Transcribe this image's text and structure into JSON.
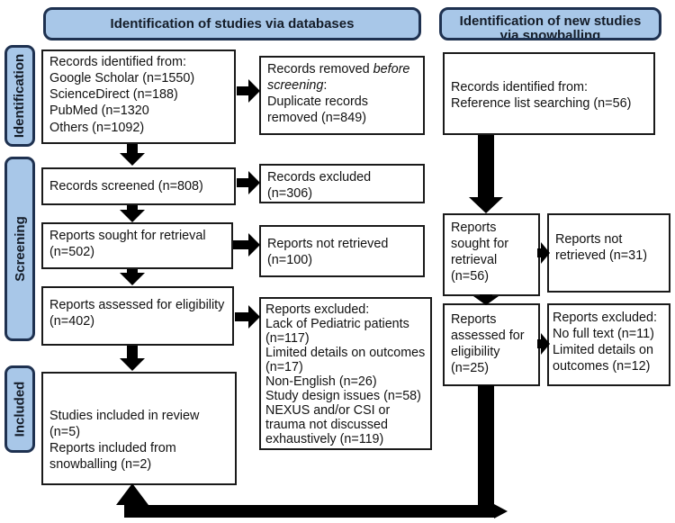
{
  "headers": {
    "databases": "Identification of studies via databases",
    "snowballing_line1": "Identification of new studies",
    "snowballing_line2": "via snowballing"
  },
  "sidebar": {
    "identification": "Identification",
    "screening": "Screening",
    "included": "Included"
  },
  "colors": {
    "header_fill": "#a8c7e8",
    "header_border": "#1e3150",
    "box_border": "#1a1a1a",
    "arrow": "#000000"
  },
  "boxes": {
    "db_records_identified": {
      "lines": [
        "Records identified from:",
        "Google Scholar (n=1550)",
        "ScienceDirect (n=188)",
        "PubMed (n=1320",
        "Others (n=1092)"
      ]
    },
    "records_removed": {
      "prefix": "Records removed ",
      "italic": "before screening",
      "suffix": ":",
      "line2": "Duplicate records removed (n=849)"
    },
    "records_screened": {
      "lines": [
        "Records screened (n=808)"
      ]
    },
    "records_excluded": {
      "lines": [
        "Records excluded (n=306)"
      ]
    },
    "reports_sought": {
      "lines": [
        "Reports sought for retrieval (n=502)"
      ]
    },
    "reports_not_retrieved": {
      "lines": [
        "Reports not retrieved (n=100)"
      ]
    },
    "reports_assessed": {
      "lines": [
        "Reports assessed for eligibility (n=402)"
      ]
    },
    "reports_excluded": {
      "lines": [
        "Reports excluded:",
        "Lack of Pediatric patients (n=117)",
        "Limited details on outcomes (n=17)",
        "Non-English (n=26)",
        "Study design issues (n=58)",
        "NEXUS and/or CSI or trauma not discussed exhaustively (n=119)"
      ]
    },
    "studies_included": {
      "lines": [
        "Studies included in review (n=5)",
        "Reports included from snowballing (n=2)"
      ]
    },
    "sb_records_identified": {
      "lines": [
        "Records identified from:",
        "Reference list searching (n=56)"
      ]
    },
    "sb_reports_sought": {
      "lines": [
        "Reports sought for retrieval (n=56)"
      ]
    },
    "sb_reports_not_retrieved": {
      "lines": [
        "Reports not retrieved (n=31)"
      ]
    },
    "sb_reports_assessed": {
      "lines": [
        "Reports assessed for eligibility (n=25)"
      ]
    },
    "sb_reports_excluded": {
      "lines": [
        "Reports excluded:",
        "No full text (n=11)",
        "Limited details on outcomes (n=12)"
      ]
    }
  }
}
